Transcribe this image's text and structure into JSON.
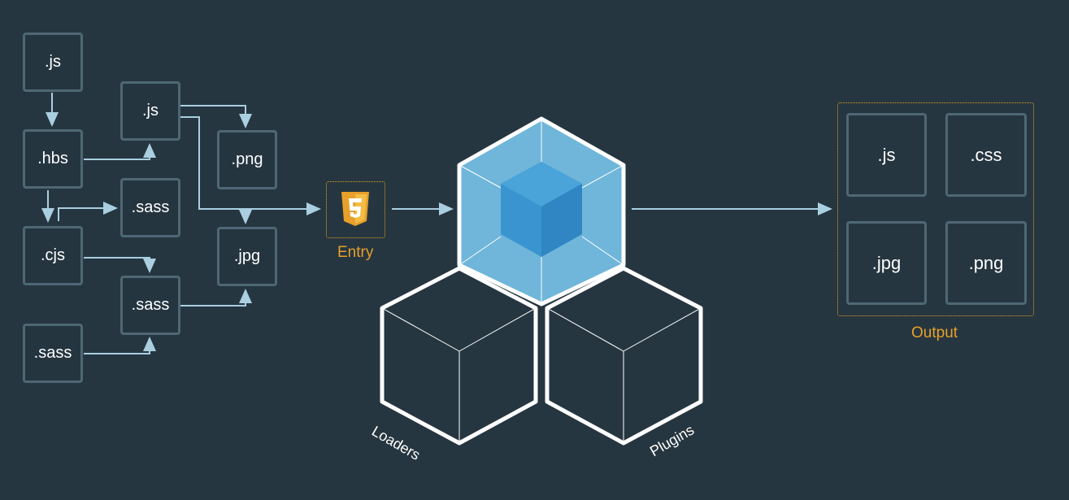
{
  "sources": {
    "js_top": ".js",
    "hbs": ".hbs",
    "cjs": ".cjs",
    "sass_bottom": ".sass",
    "js_mid": ".js",
    "sass_mid": ".sass",
    "sass_lower": ".sass",
    "png": ".png",
    "jpg": ".jpg"
  },
  "entry": {
    "label": "Entry",
    "icon": "html5-shield-icon"
  },
  "cubes": {
    "loaders": "Loaders",
    "plugins": "Plugins"
  },
  "output": {
    "label": "Output",
    "files": [
      ".js",
      ".css",
      ".jpg",
      ".png"
    ]
  },
  "colors": {
    "background": "#263640",
    "box_border": "#4e6873",
    "arrow": "#a9cfe0",
    "accent": "#e8a02a",
    "cube_light": "#8ed0f0",
    "cube_mid": "#6bb3d6",
    "cube_dark": "#3a8fcb"
  }
}
